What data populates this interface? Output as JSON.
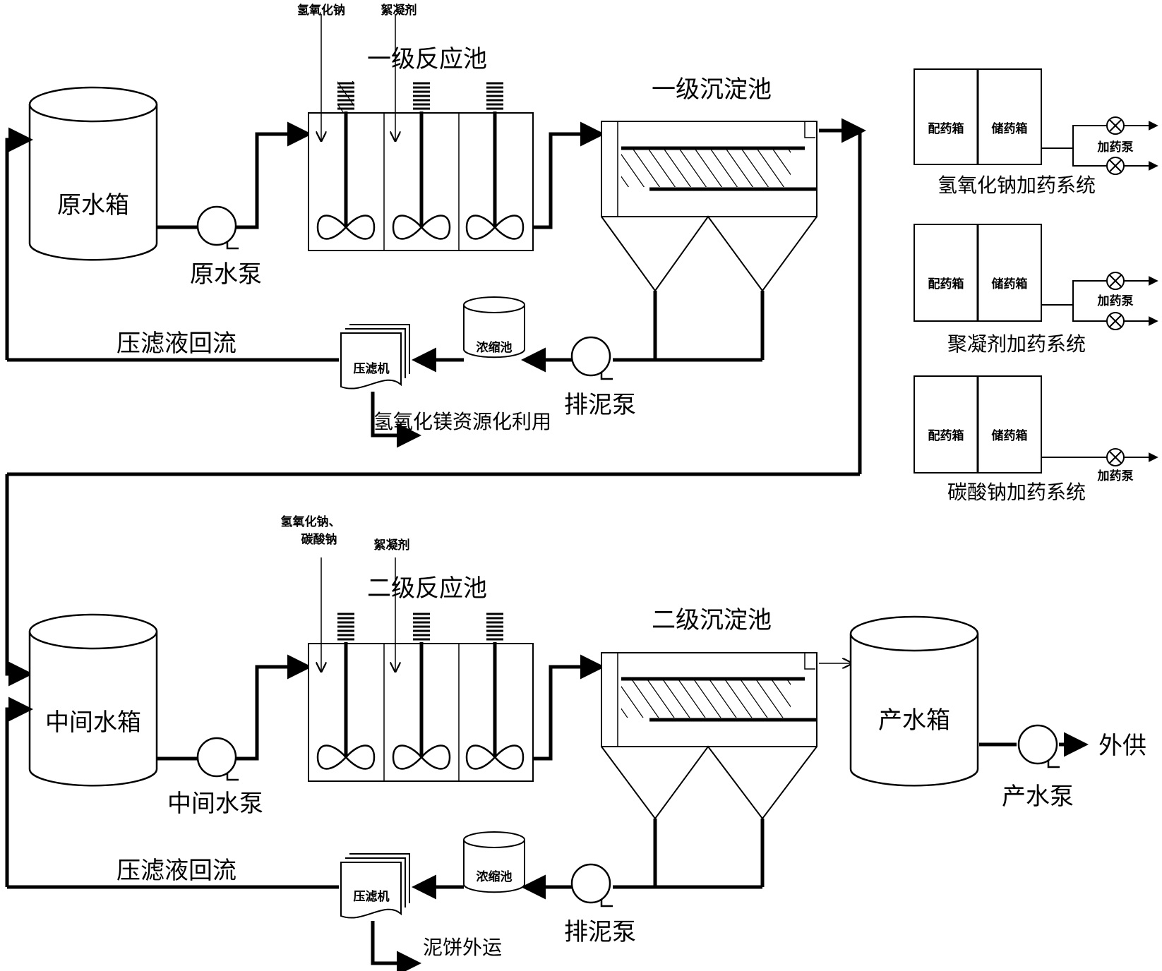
{
  "stage1": {
    "raw_tank": "原水箱",
    "raw_pump": "原水泵",
    "reactor": "一级反应池",
    "settler": "一级沉淀池",
    "dose_naoh": "氢氧化钠",
    "dose_flocculant": "絮凝剂",
    "filtrate_return": "压滤液回流",
    "filter_press": "压滤机",
    "thickener": "浓缩池",
    "sludge_pump": "排泥泵",
    "byproduct": "氢氧化镁资源化利用"
  },
  "stage2": {
    "mid_tank": "中间水箱",
    "mid_pump": "中间水泵",
    "reactor": "二级反应池",
    "settler": "二级沉淀池",
    "dose_chem_line1": "氢氧化钠、",
    "dose_chem_line2": "碳酸钠",
    "dose_flocculant": "絮凝剂",
    "filtrate_return": "压滤液回流",
    "filter_press": "压滤机",
    "thickener": "浓缩池",
    "sludge_pump": "排泥泵",
    "cake": "泥饼外运",
    "product_tank": "产水箱",
    "product_pump": "产水泵",
    "external": "外供"
  },
  "dosing": [
    {
      "mix": "配药箱",
      "store": "储药箱",
      "pump": "加药泵",
      "title": "氢氧化钠加药系统"
    },
    {
      "mix": "配药箱",
      "store": "储药箱",
      "pump": "加药泵",
      "title": "聚凝剂加药系统"
    },
    {
      "mix": "配药箱",
      "store": "储药箱",
      "pump": "加药泵",
      "title": "碳酸钠加药系统"
    }
  ]
}
